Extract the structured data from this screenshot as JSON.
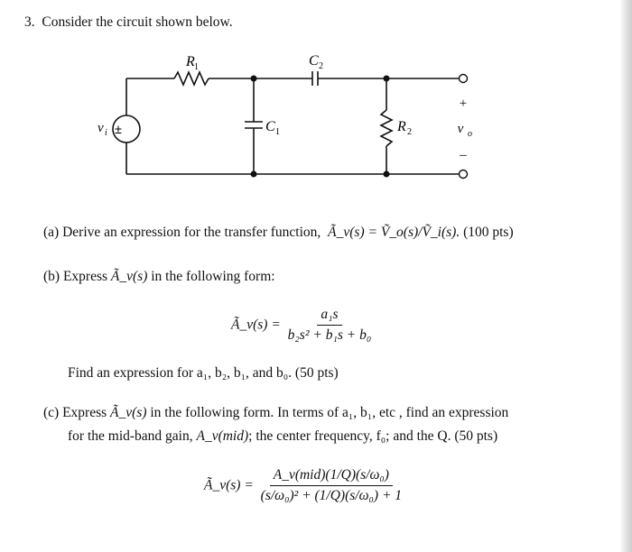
{
  "problem": {
    "number": "3.",
    "intro": "Consider the circuit shown below."
  },
  "circuit": {
    "source_label": "v",
    "source_sub": "i",
    "source_symbol": "±",
    "r1_label": "R",
    "r1_sub": "1",
    "c2_label": "C",
    "c2_sub": "2",
    "c1_label": "C",
    "c1_sub": "1",
    "r2_label": "R",
    "r2_sub": "2",
    "out_plus": "+",
    "out_minus": "–",
    "out_label": "v",
    "out_sub": "o"
  },
  "part_a": {
    "label": "(a)",
    "text": "Derive an expression for the transfer function,",
    "formula": "Ã_v(s) = Ṽ_o(s)/Ṽ_i(s).",
    "points": "(100 pts)"
  },
  "part_b": {
    "label": "(b)",
    "text_before": "Express",
    "func": "Ã_v(s)",
    "text_after": "in the following form:",
    "eq_lhs": "Ã_v(s) =",
    "eq_num": "a₁s",
    "eq_den": "b₂s² + b₁s + b₀",
    "find_text": "Find an expression for a₁, b₂, b₁, and b₀. (50 pts)"
  },
  "part_c": {
    "label": "(c)",
    "text_before": "Express",
    "func": "Ã_v(s)",
    "text_after": "in the following form. In terms of a₁, b₁, etc , find an expression",
    "line2_a": "for the mid-band gain,",
    "gain_symbol": "A_v(mid)",
    "line2_b": "; the center frequency, f₀; and the Q. (50 pts)",
    "eq_lhs": "Ã_v(s) =",
    "eq_num": "A_v(mid)(1/Q)(s/ω₀)",
    "eq_den": "(s/ω₀)² + (1/Q)(s/ω₀) + 1"
  }
}
